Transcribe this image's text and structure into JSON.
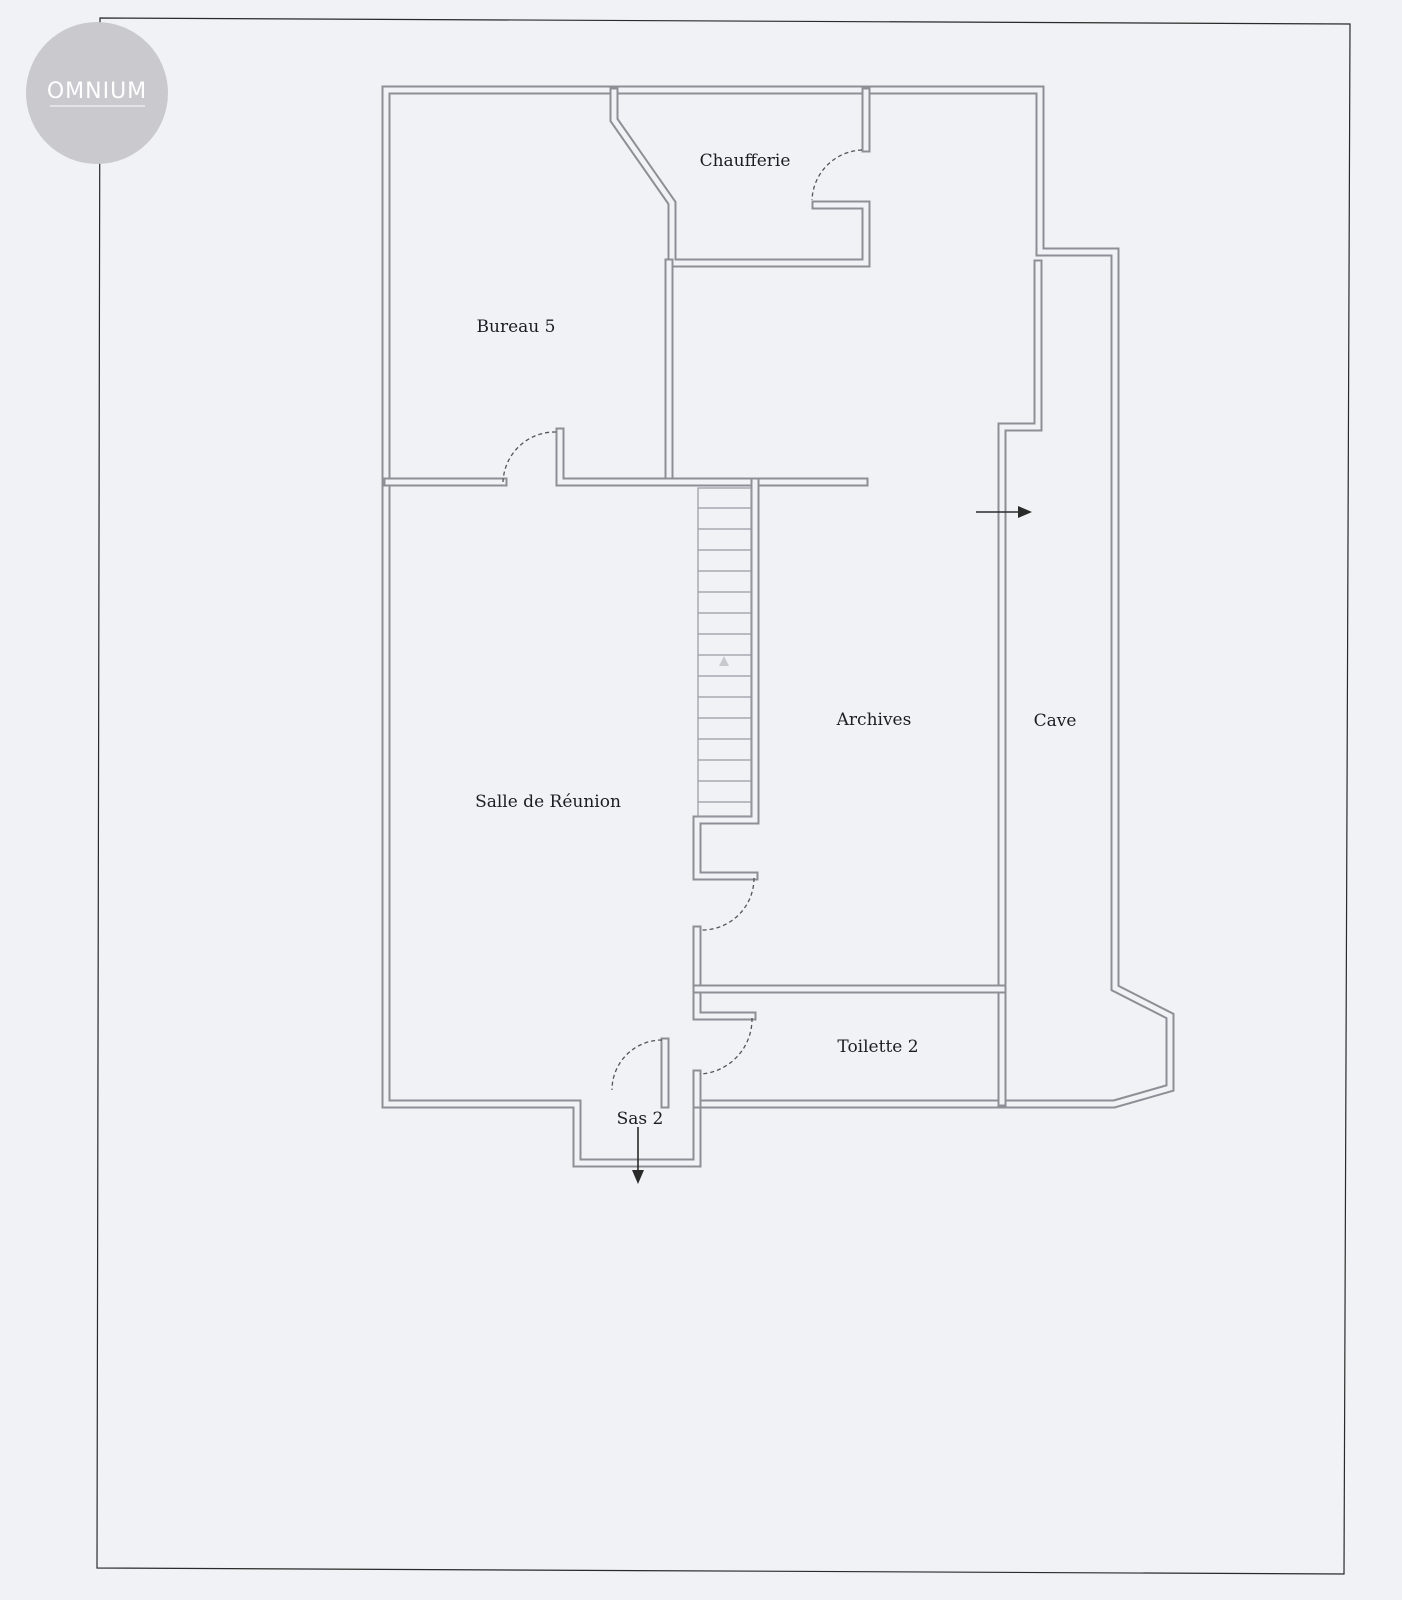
{
  "logo": {
    "text": "OMNIUM"
  },
  "rooms": {
    "chaufferie": "Chaufferie",
    "bureau": "Bureau 5",
    "archives": "Archives",
    "cave": "Cave",
    "salle": "Salle de Réunion",
    "toilette": "Toilette 2",
    "sas": "Sas 2"
  },
  "colors": {
    "wall": "#8e8e96",
    "background": "#f1f2f6",
    "logo": "#c9c9ce"
  }
}
